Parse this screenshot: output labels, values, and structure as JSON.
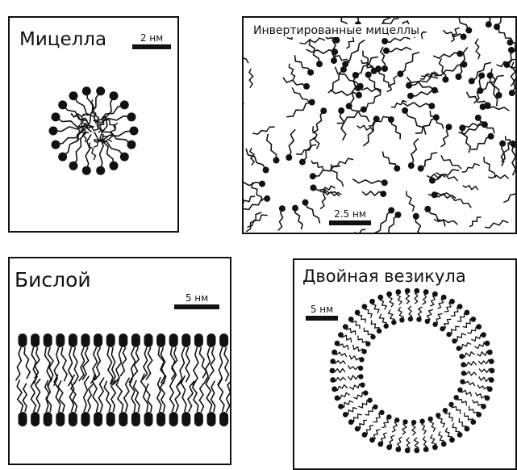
{
  "panels": {
    "micelle": {
      "title": "Мицелла",
      "scale": "2 нм"
    },
    "inverted": {
      "title": "Инвертированные мицеллы",
      "scale": "2.5 нм"
    },
    "bilayer": {
      "title": "Бислой",
      "scale": "5 нм"
    },
    "vesicle": {
      "title": "Двойная везикула",
      "scale": "5 нм"
    }
  },
  "colors": {
    "ink": "#111111",
    "background": "#ffffff"
  }
}
